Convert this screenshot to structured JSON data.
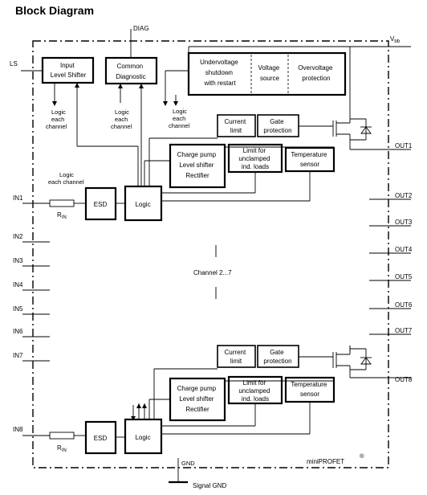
{
  "title": "Block Diagram",
  "blocks": {
    "input_level_shifter": [
      "Input",
      "Level Shifter"
    ],
    "common_diagnostic": [
      "Common",
      "Diagnostic"
    ],
    "undervoltage": [
      "Undervoltage",
      "shutdown",
      "with restart"
    ],
    "voltage_source": [
      "Voltage",
      "source"
    ],
    "overvoltage": [
      "Overvoltage",
      "protection"
    ],
    "current_limit": [
      "Current",
      "limit"
    ],
    "gate_protection": [
      "Gate",
      "protection"
    ],
    "charge_pump": [
      "Charge pump",
      "Level shifter",
      "Rectifier"
    ],
    "limit_unclamped": [
      "Limit for",
      "unclamped",
      "ind. loads"
    ],
    "temperature_sensor": [
      "Temperature",
      "sensor"
    ],
    "esd": "ESD",
    "logic": "Logic"
  },
  "annotations": {
    "logic_each_channel": [
      "Logic",
      "each",
      "channel"
    ],
    "logic_each_channel_inline": [
      "Logic",
      "each channel"
    ],
    "channel_range": "Channel 2...7",
    "brand": "miniPROFET",
    "registered": "®",
    "rin_main": "R",
    "rin_sub": "IN"
  },
  "pins": {
    "ls": "LS",
    "diag": "DIAG",
    "vbb_main": "V",
    "vbb_sub": "bb",
    "gnd": "GND",
    "signal_gnd": "Signal GND",
    "inputs": [
      "IN1",
      "IN2",
      "IN3",
      "IN4",
      "IN5",
      "IN6",
      "IN7",
      "IN8"
    ],
    "outputs": [
      "OUT1",
      "OUT2",
      "OUT3",
      "OUT4",
      "OUT5",
      "OUT6",
      "OUT7",
      "OUT8"
    ]
  }
}
